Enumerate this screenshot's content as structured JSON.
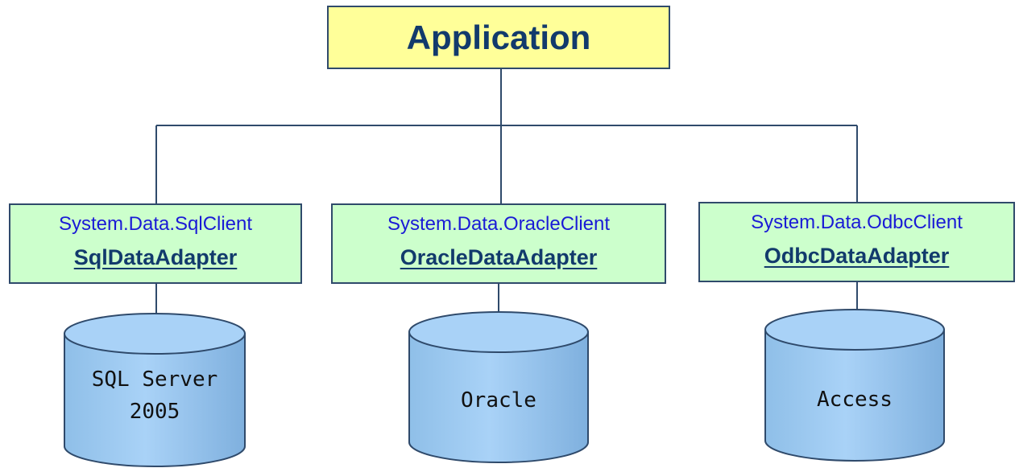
{
  "colors": {
    "application_fill": "#ffff99",
    "provider_fill": "#ccffcc",
    "database_fill": "#99ccff",
    "line_color": "#2f4a6b",
    "namespace_text": "#1a1ad6",
    "title_text": "#123a6c"
  },
  "application": {
    "label": "Application"
  },
  "providers": [
    {
      "namespace": "System.Data.SqlClient",
      "adapter": "SqlDataAdapter",
      "database": {
        "line1": "SQL Server",
        "line2": "2005"
      }
    },
    {
      "namespace": "System.Data.OracleClient",
      "adapter": "OracleDataAdapter",
      "database": {
        "line1": "Oracle"
      }
    },
    {
      "namespace": "System.Data.OdbcClient",
      "adapter": "OdbcDataAdapter",
      "database": {
        "line1": "Access"
      }
    }
  ]
}
